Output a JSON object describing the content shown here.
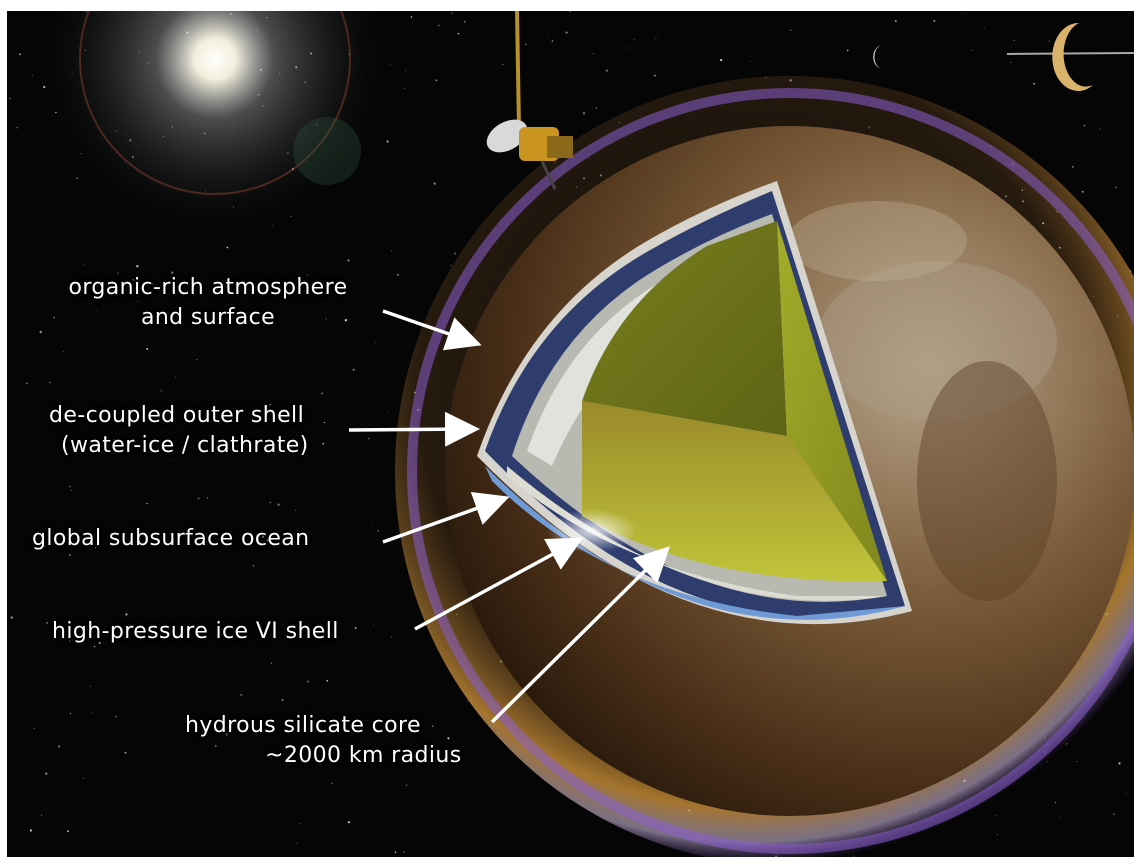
{
  "labels": {
    "atmosphere": [
      "organic-rich atmosphere",
      "and surface"
    ],
    "outer_shell": [
      "de-coupled outer shell",
      "(water-ice / clathrate)"
    ],
    "ocean": "global subsurface ocean",
    "ice_shell": "high-pressure ice VI shell",
    "core": [
      "hydrous silicate core",
      "~2000 km radius"
    ]
  },
  "colors": {
    "space": "#050505",
    "atmosphere_haze": "#d99a3a",
    "atmosphere_rim": "#8a5fd0",
    "outer_shell": "#2e3d6e",
    "ocean": "#6f9ad6",
    "ice_vi": "#cfd2c8",
    "core": "#9aa125",
    "surface": "#7a5a38"
  }
}
